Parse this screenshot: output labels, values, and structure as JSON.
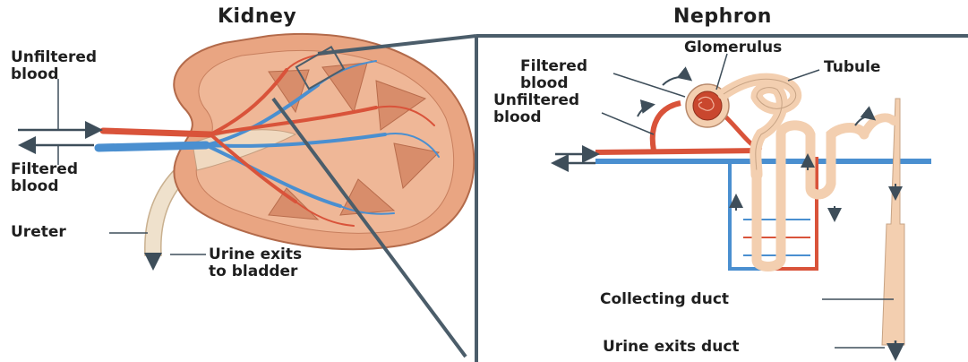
{
  "kidney": {
    "title": "Kidney",
    "labels": {
      "unfiltered_blood": [
        "Unfiltered",
        "blood"
      ],
      "filtered_blood": [
        "Filtered",
        "blood"
      ],
      "ureter": "Ureter",
      "urine_exits": [
        "Urine exits",
        "to bladder"
      ]
    }
  },
  "nephron": {
    "title": "Nephron",
    "labels": {
      "glomerulus": "Glomerulus",
      "tubule": "Tubule",
      "filtered_blood": [
        "Filtered",
        "blood"
      ],
      "unfiltered_blood": [
        "Unfiltered",
        "blood"
      ],
      "collecting_duct": "Collecting duct",
      "urine_exits_duct": "Urine exits duct"
    }
  },
  "colors": {
    "artery": "#d9533a",
    "vein": "#4a8fd0",
    "kidney_tissue": "#e8a985",
    "tubule": "#f3cfb0",
    "frame": "#4b5d6a",
    "arrow": "#3e4e5a"
  }
}
